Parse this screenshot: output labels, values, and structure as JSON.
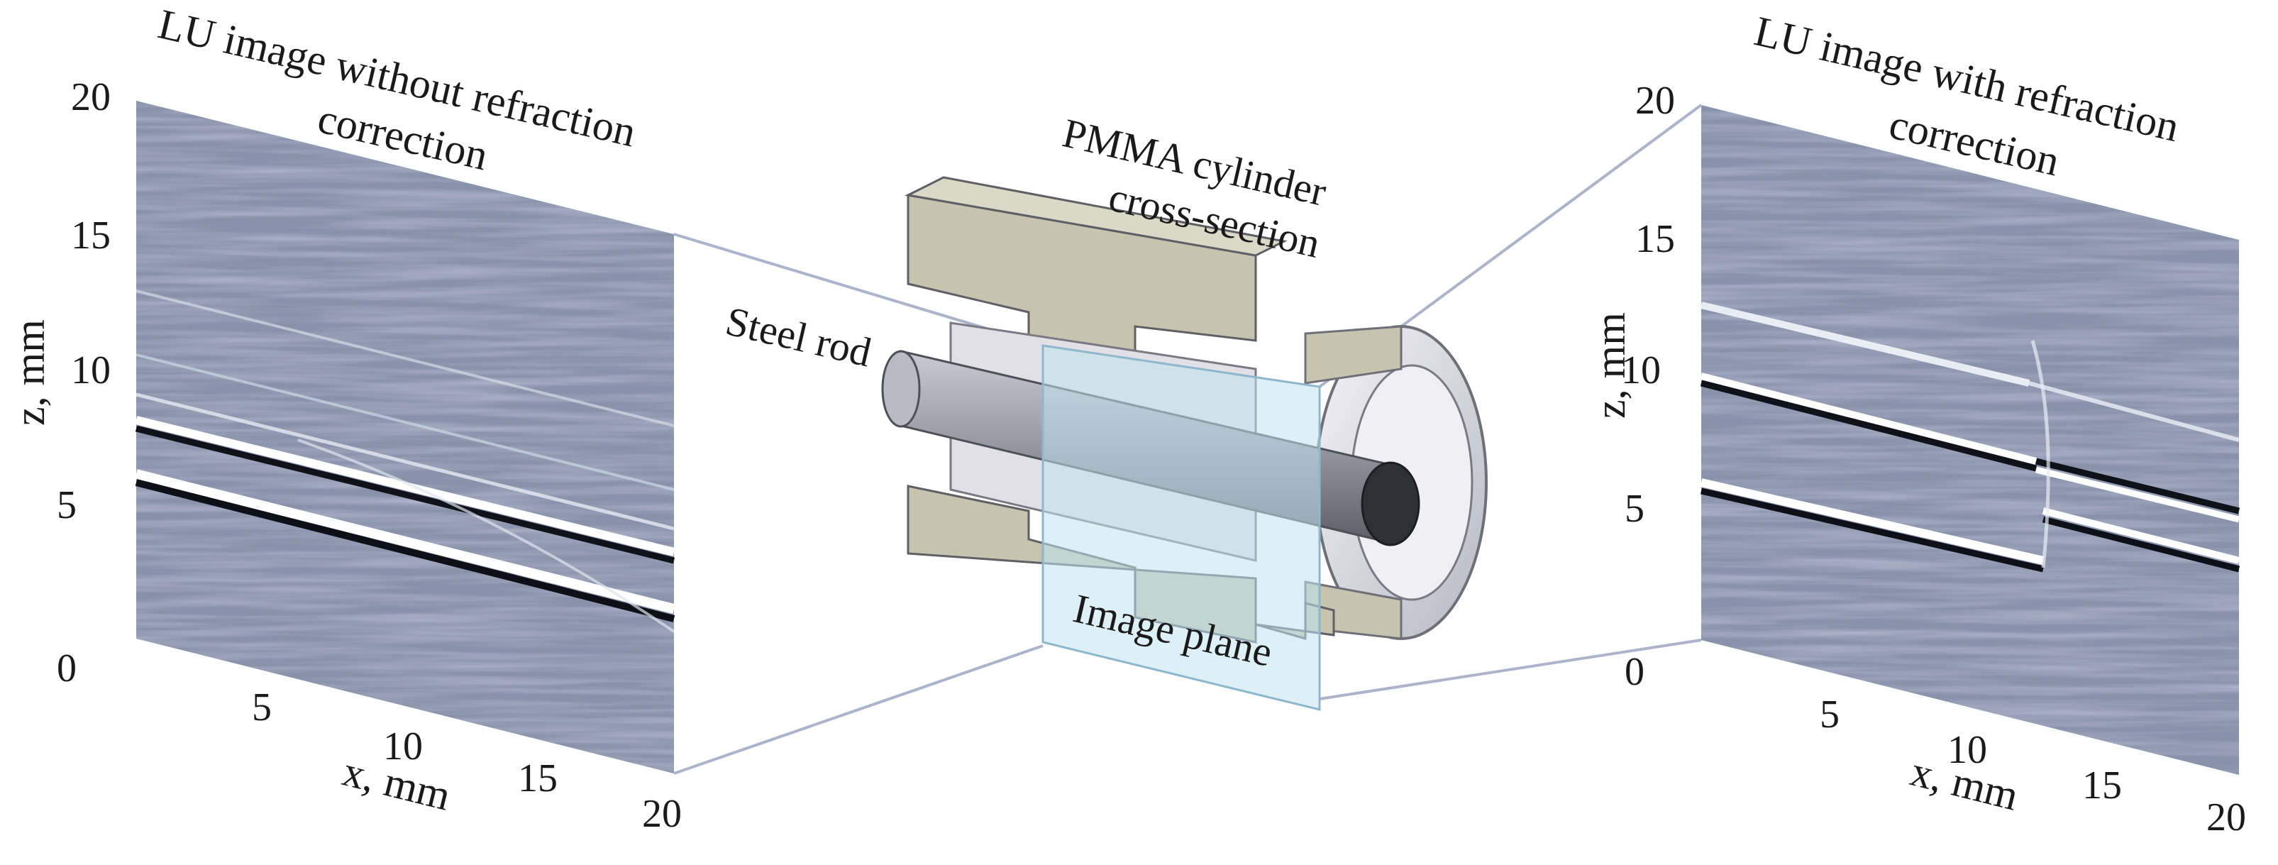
{
  "left_panel": {
    "title_line1": "LU image without refraction",
    "title_line2": "correction",
    "z_axis_label": "z, mm",
    "x_axis_label": "x, mm",
    "z_ticks": [
      "0",
      "5",
      "10",
      "15",
      "20"
    ],
    "x_ticks": [
      "5",
      "10",
      "15",
      "20"
    ]
  },
  "right_panel": {
    "title_line1": "LU image with refraction",
    "title_line2": "correction",
    "z_axis_label": "z, mm",
    "x_axis_label": "x, mm",
    "z_ticks": [
      "0",
      "5",
      "10",
      "15",
      "20"
    ],
    "x_ticks": [
      "5",
      "10",
      "15",
      "20"
    ]
  },
  "center": {
    "cylinder_label_line1": "PMMA cylinder",
    "cylinder_label_line2": "cross-section",
    "rod_label": "Steel rod",
    "plane_label": "Image plane"
  },
  "colors": {
    "image_base": "#8a92ab",
    "pmma_body": "#c6c4ae",
    "pmma_inner": "#e0e0e6",
    "steel_rod": "#8e9099",
    "image_plane": "#bfe3ef",
    "connector_lines": "#aeb3cc"
  }
}
